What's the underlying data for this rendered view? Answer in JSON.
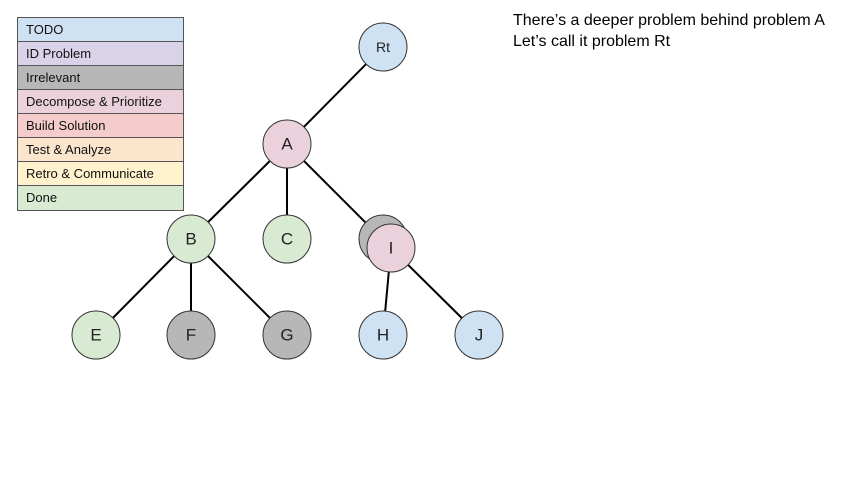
{
  "legend": {
    "items": [
      {
        "label": "TODO",
        "color": "#cfe2f3"
      },
      {
        "label": "ID Problem",
        "color": "#d9d2e9"
      },
      {
        "label": "Irrelevant",
        "color": "#b7b7b7"
      },
      {
        "label": "Decompose & Prioritize",
        "color": "#ead1dc"
      },
      {
        "label": "Build Solution",
        "color": "#f4cccc"
      },
      {
        "label": "Test & Analyze",
        "color": "#fce5cd"
      },
      {
        "label": "Retro & Communicate",
        "color": "#fff2cc"
      },
      {
        "label": "Done",
        "color": "#d9ead3"
      }
    ]
  },
  "note": {
    "line1": "There’s a deeper problem behind problem A",
    "line2": "Let’s call it problem Rt"
  },
  "tree": {
    "nodes": [
      {
        "id": "Rt",
        "label": "Rt",
        "status": "TODO"
      },
      {
        "id": "A",
        "label": "A",
        "status": "Decompose & Prioritize"
      },
      {
        "id": "B",
        "label": "B",
        "status": "Done"
      },
      {
        "id": "C",
        "label": "C",
        "status": "Done"
      },
      {
        "id": "I_old",
        "label": "",
        "status": "Irrelevant"
      },
      {
        "id": "I",
        "label": "I",
        "status": "Decompose & Prioritize"
      },
      {
        "id": "E",
        "label": "E",
        "status": "Done"
      },
      {
        "id": "F",
        "label": "F",
        "status": "Irrelevant"
      },
      {
        "id": "G",
        "label": "G",
        "status": "Irrelevant"
      },
      {
        "id": "H",
        "label": "H",
        "status": "TODO"
      },
      {
        "id": "J",
        "label": "J",
        "status": "TODO"
      }
    ],
    "edges": [
      [
        "Rt",
        "A"
      ],
      [
        "A",
        "B"
      ],
      [
        "A",
        "C"
      ],
      [
        "A",
        "I"
      ],
      [
        "B",
        "E"
      ],
      [
        "B",
        "F"
      ],
      [
        "B",
        "G"
      ],
      [
        "I",
        "H"
      ],
      [
        "I",
        "J"
      ]
    ]
  }
}
